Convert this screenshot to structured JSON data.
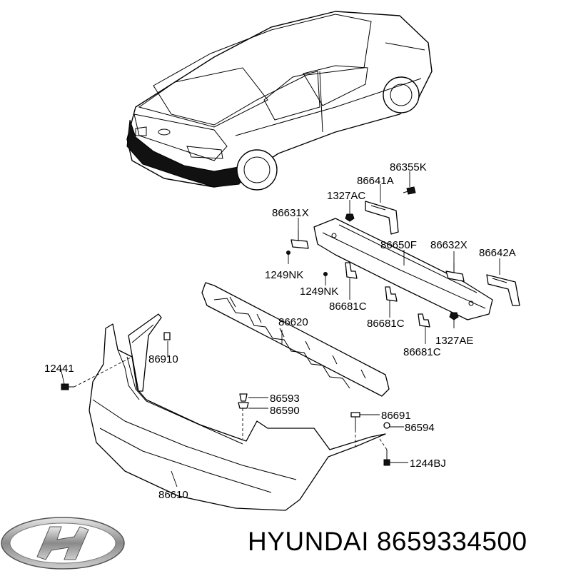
{
  "parts": {
    "p86355K": "86355K",
    "p86641A": "86641A",
    "p1327AC": "1327AC",
    "p86631X": "86631X",
    "p86650F": "86650F",
    "p86632X": "86632X",
    "p86642A": "86642A",
    "p1249NK_a": "1249NK",
    "p1249NK_b": "1249NK",
    "p86681C_a": "86681C",
    "p86681C_b": "86681C",
    "p86681C_c": "86681C",
    "p1327AE": "1327AE",
    "p86620": "86620",
    "p12441": "12441",
    "p86910": "86910",
    "p86593": "86593",
    "p86590": "86590",
    "p86691": "86691",
    "p86594": "86594",
    "p1244BJ": "1244BJ",
    "p86610": "86610"
  },
  "brand": {
    "name": "HYUNDAI",
    "part_number": "8659334500",
    "logo_icon": "hyundai-logo-icon"
  }
}
